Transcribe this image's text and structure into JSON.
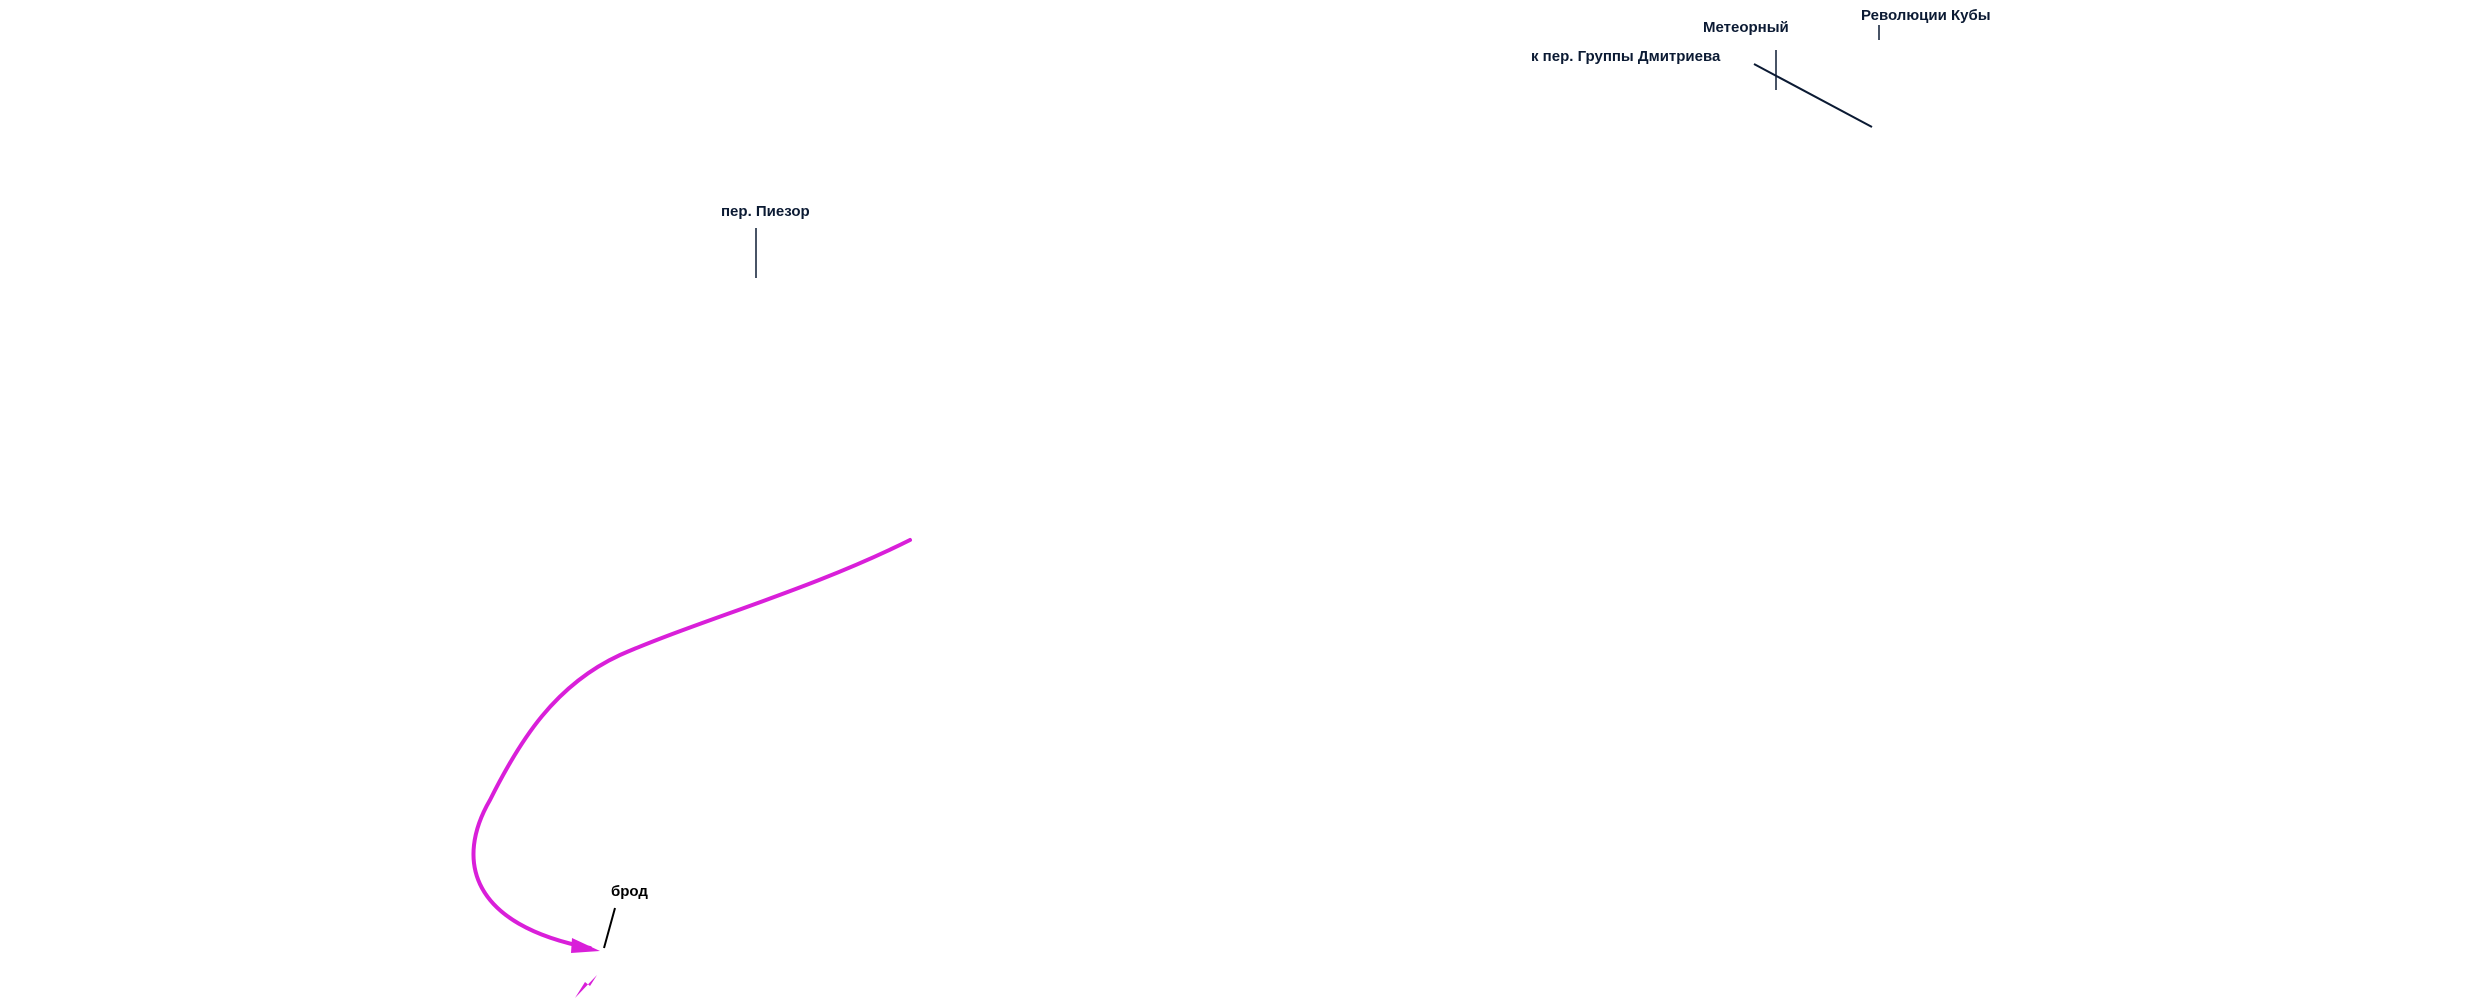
{
  "map": {
    "labels": {
      "revolyutsii_kuby": "Революции Кубы",
      "meteorny": "Метеорный",
      "k_per_gruppy_dmitrieva": "к пер. Группы Дмитриева",
      "per_piezor": "пер. Пиезор",
      "brod": "брод"
    },
    "colors": {
      "background": "#ffffff",
      "route": "#d91fd9",
      "label_text": "#0b1a33",
      "leader_line": "#0b1a33",
      "ford_text": "#000000"
    }
  }
}
